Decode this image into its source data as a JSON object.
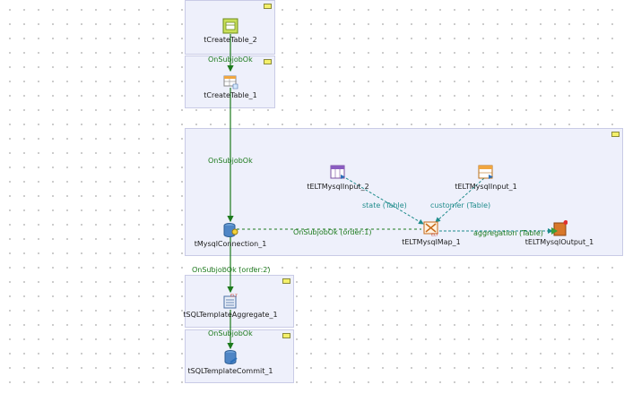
{
  "components": {
    "create_table_2": {
      "label": "tCreateTable_2",
      "icon": "table-create-icon"
    },
    "create_table_1": {
      "label": "tCreateTable_1",
      "icon": "table-create-icon"
    },
    "mysql_connection": {
      "label": "tMysqlConnection_1",
      "icon": "database-connection-icon"
    },
    "elt_input_2": {
      "label": "tELTMysqlInput_2",
      "icon": "elt-input-icon"
    },
    "elt_input_1": {
      "label": "tELTMysqlInput_1",
      "icon": "elt-input-icon"
    },
    "elt_map": {
      "label": "tELTMysqlMap_1",
      "icon": "elt-map-icon"
    },
    "elt_output": {
      "label": "tELTMysqlOutput_1",
      "icon": "elt-output-icon"
    },
    "template_aggregate": {
      "label": "tSQLTemplateAggregate_1",
      "icon": "sql-template-icon"
    },
    "template_commit": {
      "label": "tSQLTemplateCommit_1",
      "icon": "sql-commit-icon"
    }
  },
  "links": {
    "onsubjobok_1": "OnSubjobOk",
    "onsubjobok_2": "OnSubjobOk",
    "onsubjobok_order1": "OnSubjobOk (order:1)",
    "onsubjobok_order2": "OnSubjobOk (order:2)",
    "onsubjobok_3": "OnSubjobOk",
    "state_table": "state (Table)",
    "customer_table": "customer (Table)",
    "aggregation_table": "aggregation (Table)"
  },
  "colors": {
    "subjob_bg": "#eef0fb",
    "trigger_link": "#1c7a1c",
    "main_link": "#1f8c8c"
  }
}
